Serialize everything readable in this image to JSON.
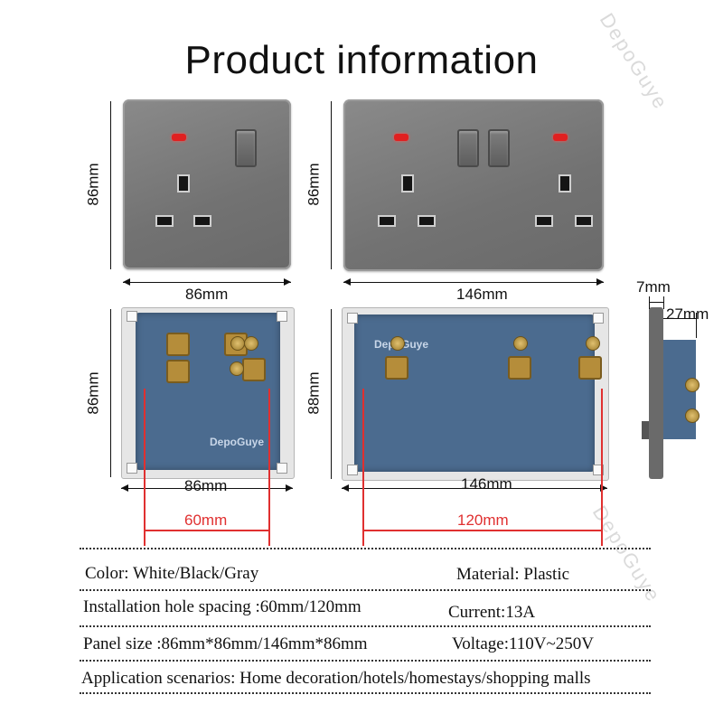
{
  "title": "Product information",
  "watermark": "DepoGuye",
  "front": {
    "single_height": "86mm",
    "single_width": "86mm",
    "double_height": "86mm",
    "double_width": "146mm"
  },
  "back": {
    "single_height": "86mm",
    "single_width": "86mm",
    "single_hole": "60mm",
    "double_height": "88mm",
    "double_width": "146mm",
    "double_hole": "120mm",
    "brand": "DepoGuye"
  },
  "side": {
    "plate_depth": "7mm",
    "body_depth": "27mm"
  },
  "specs": {
    "color": "Color: White/Black/Gray",
    "material": "Material: Plastic",
    "hole_spacing": "Installation hole spacing :60mm/120mm",
    "current": "Current:13A",
    "panel_size": "Panel size :86mm*86mm/146mm*86mm",
    "voltage": "Voltage:110V~250V",
    "application": "Application scenarios: Home decoration/hotels/homestays/shopping malls"
  },
  "colors": {
    "panel": "#737373",
    "back": "#4b6b8f",
    "dimension_red": "#e03030",
    "led": "#e02020"
  }
}
